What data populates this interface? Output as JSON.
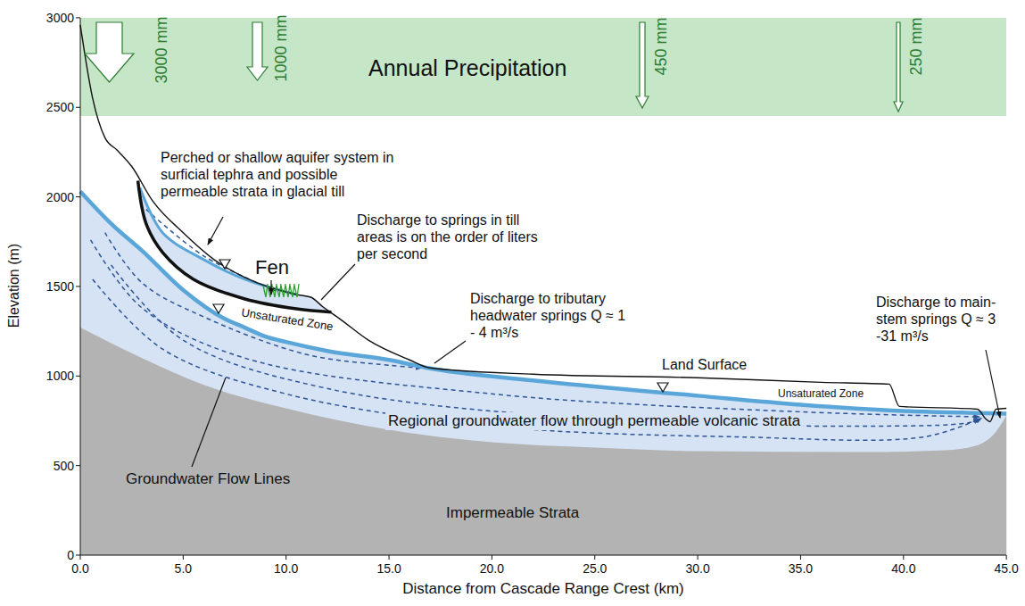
{
  "diagram": {
    "nodes": [
      {
        "text": [
          "Annual Precipitation"
        ]
      }
    ],
    "labels": [
      "3000 mm",
      "1000 mm",
      "450 mm",
      "250 mm",
      "Perched or shallow aquifer system in surficial tephra and possible permeable strata in glacial till",
      "Fen",
      "Discharge to springs in till areas is on the order of liters per second",
      "Discharge to tributary headwater springs Q ≈ 1 - 4 m³/s",
      "Unsaturated Zone",
      "Land Surface",
      "Unsaturated Zone",
      "Discharge to main-stem springs Q ≈ 3 -31 m³/s",
      "Regional groundwater flow through permeable volcanic strata",
      "Groundwater Flow Lines",
      "Impermeable Strata",
      "Elevation (m)",
      "3000",
      "2500",
      "2000",
      "1500",
      "1000",
      "500",
      "0",
      "0.0",
      "5.0",
      "10.0",
      "15.0",
      "20.0",
      "25.0",
      "30.0",
      "35.0",
      "40.0",
      "45.0",
      "Distance from Cascade Range Crest (km)"
    ]
  }
}
